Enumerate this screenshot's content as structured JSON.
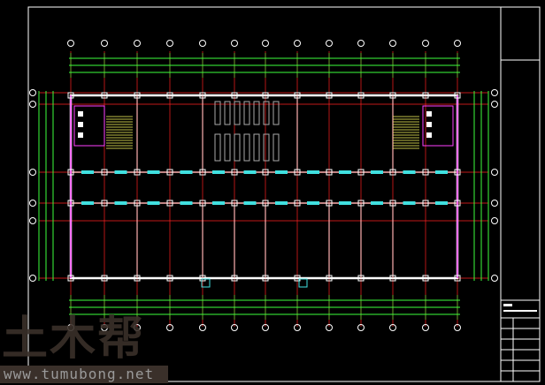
{
  "watermark": {
    "logo": "土木帮",
    "url": "www.tumubong.net"
  },
  "colors": {
    "axis": "#ff2020",
    "dim": "#3cff3c",
    "wall": "#ffffff",
    "window": "#40e0e0",
    "stair": "#ffff60",
    "column": "#ff40ff",
    "frame": "#ffffff"
  },
  "axes": {
    "vertical_count": 13,
    "horizontal_count": 6
  }
}
